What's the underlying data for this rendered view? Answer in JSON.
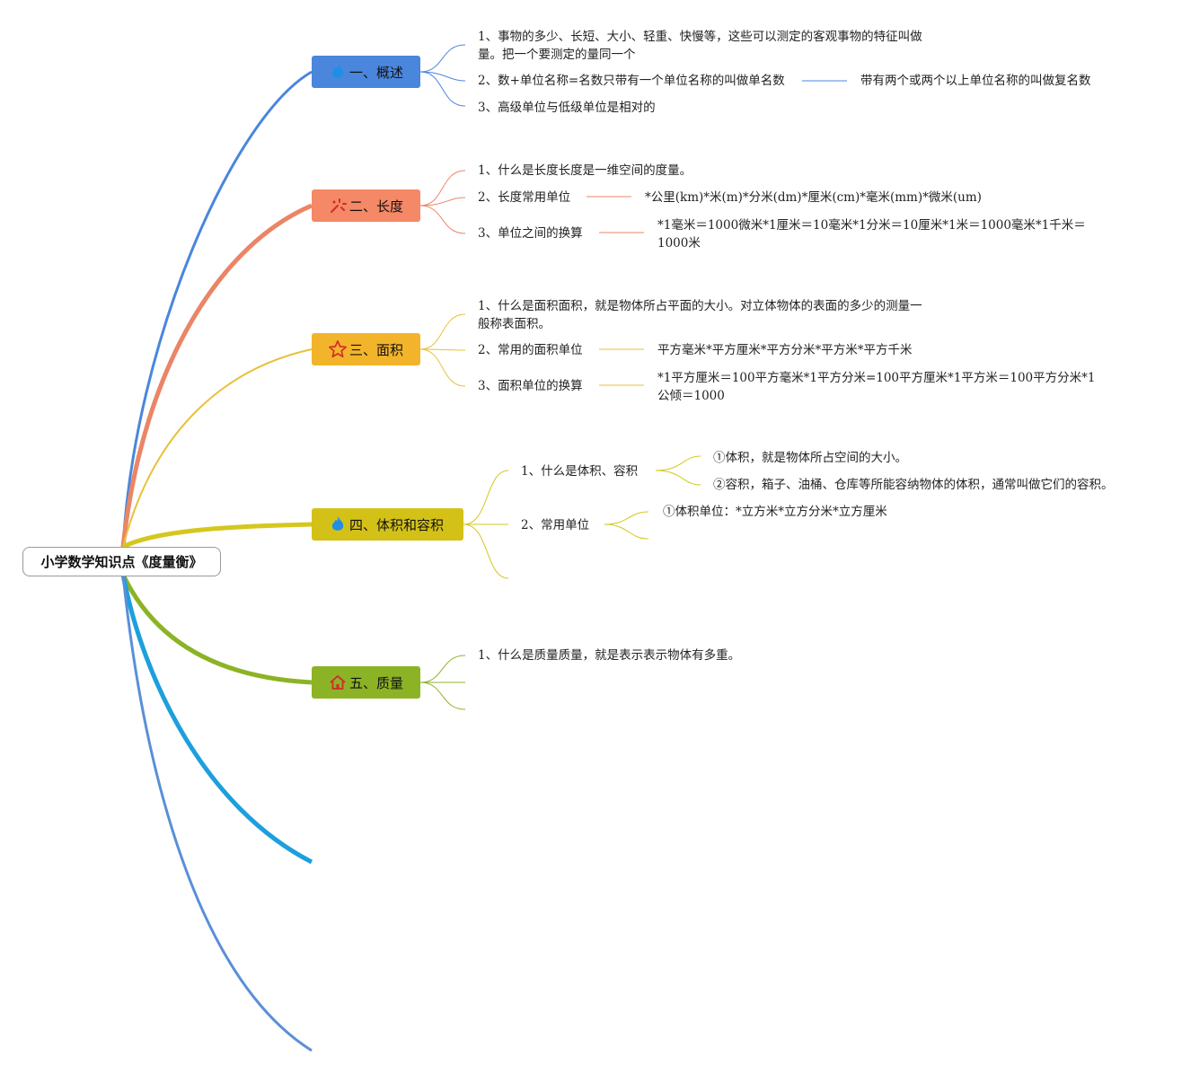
{
  "root": {
    "title": "小学数学知识点《度量衡》"
  },
  "colors": {
    "b1": "#4a86dc",
    "b2": "#f58866",
    "b3": "#f2b42a",
    "b4": "#d3c118",
    "b5": "#8cb325",
    "line1": "#4a86dc",
    "line2": "#ea8566",
    "line3": "#e8c13a",
    "line4": "#d5c71e",
    "line5": "#8cb325",
    "line6": "#1e9fdd",
    "line7": "#5a8fd8"
  },
  "branches": [
    {
      "label": "一、概述",
      "icon": "flame-icon",
      "items": [
        {
          "text": "1、事物的多少、长短、大小、轻重、快慢等，这些可以测定的客观事物的特征叫做量。把一个要测定的量同一个"
        },
        {
          "text": "2、数+单位名称=名数只带有一个单位名称的叫做单名数",
          "detail": "带有两个或两个以上单位名称的叫做复名数"
        },
        {
          "text": "3、高级单位与低级单位是相对的"
        }
      ]
    },
    {
      "label": "二、长度",
      "icon": "sparkle-icon",
      "items": [
        {
          "text": "1、什么是长度长度是一维空间的度量。"
        },
        {
          "text": "2、长度常用单位",
          "detail": "*公里(km)*米(m)*分米(dm)*厘米(cm)*毫米(mm)*微米(um)"
        },
        {
          "text": "3、单位之间的换算",
          "detail": "*1毫米＝1000微米*1厘米＝10毫米*1分米＝10厘米*1米＝1000毫米*1千米＝ 1000米"
        }
      ]
    },
    {
      "label": "三、面积",
      "icon": "star-icon",
      "items": [
        {
          "text": "1、什么是面积面积，就是物体所占平面的大小。对立体物体的表面的多少的测量一般称表面积。"
        },
        {
          "text": "2、常用的面积单位",
          "detail": "平方毫米*平方厘米*平方分米*平方米*平方千米"
        },
        {
          "text": "3、面积单位的换算",
          "detail": "*1平方厘米＝100平方毫米*1平方分米=100平方厘米*1平方米＝100平方分米*1公倾＝1000"
        }
      ]
    },
    {
      "label": "四、体积和容积",
      "icon": "flame-icon",
      "items": [
        {
          "text": "1、什么是体积、容积",
          "subs": [
            "①体积，就是物体所占空间的大小。",
            "②容积，箱子、油桶、仓库等所能容纳物体的体积，通常叫做它们的容积。"
          ]
        },
        {
          "text": "2、常用单位",
          "subs": [
            "①体积单位：*立方米*立方分米*立方厘米"
          ]
        }
      ]
    },
    {
      "label": "五、质量",
      "icon": "house-icon",
      "items": [
        {
          "text": "1、什么是质量质量，就是表示表示物体有多重。"
        }
      ]
    }
  ]
}
